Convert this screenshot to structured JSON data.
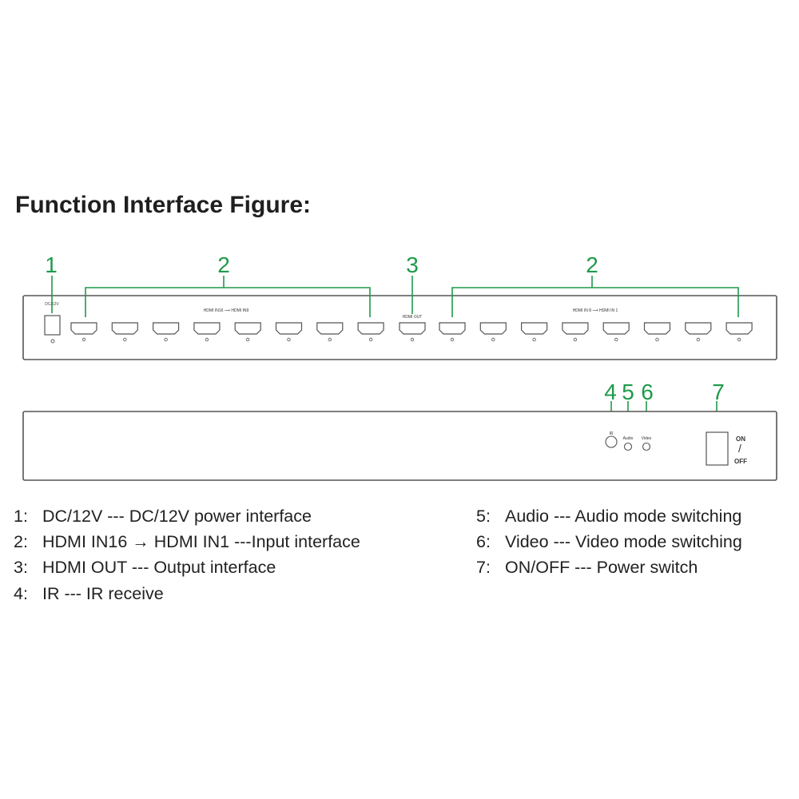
{
  "title": "Function Interface Figure:",
  "front_panel": {
    "power_label": "DC/12V",
    "left_group_label": "HDMI IN16 ⟶ HDMI IN9",
    "output_label": "HDMI OUT",
    "right_group_label": "HDMI IN 8 ⟶ HDMI IN 1"
  },
  "callouts": {
    "n1": "1",
    "n2a": "2",
    "n3": "3",
    "n2b": "2",
    "n4": "4",
    "n5": "5",
    "n6": "6",
    "n7": "7"
  },
  "back_panel": {
    "ir_label": "IR",
    "audio_label": "Audio",
    "video_label": "Video",
    "switch_on": "ON",
    "switch_slash": "/",
    "switch_off": "OFF"
  },
  "legend": [
    {
      "num": "1:",
      "text": "DC/12V --- DC/12V power interface"
    },
    {
      "num": "2:",
      "text": "HDMI IN16 → HDMI IN1 ---Input interface"
    },
    {
      "num": "3:",
      "text": "HDMI OUT --- Output interface"
    },
    {
      "num": "4:",
      "text": "IR --- IR receive"
    },
    {
      "num": "5:",
      "text": "Audio --- Audio mode switching"
    },
    {
      "num": "6:",
      "text": "Video --- Video mode switching"
    },
    {
      "num": "7:",
      "text": "ON/OFF --- Power switch"
    }
  ],
  "colors": {
    "callout": "#1e9a4a",
    "outline": "#555555"
  }
}
